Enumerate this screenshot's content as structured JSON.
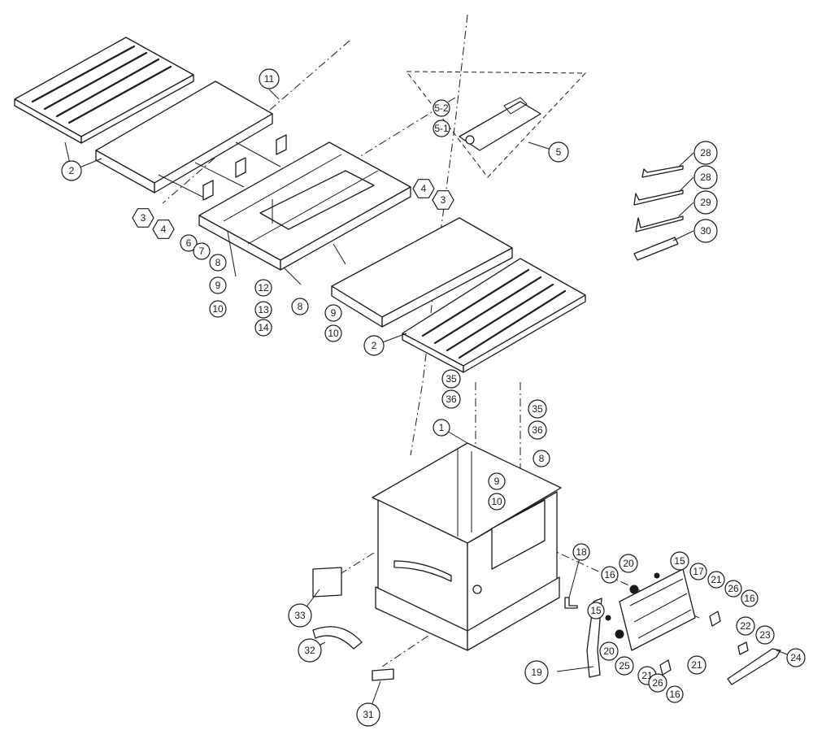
{
  "diagram": {
    "callouts": [
      {
        "id": "c2a",
        "label": "2",
        "shape": "circle"
      },
      {
        "id": "c11",
        "label": "11",
        "shape": "circle"
      },
      {
        "id": "c52",
        "label": "5-2",
        "shape": "circle"
      },
      {
        "id": "c51",
        "label": "5-1",
        "shape": "circle"
      },
      {
        "id": "c5",
        "label": "5",
        "shape": "circle"
      },
      {
        "id": "c28a",
        "label": "28",
        "shape": "circle"
      },
      {
        "id": "c28b",
        "label": "28",
        "shape": "circle"
      },
      {
        "id": "c29",
        "label": "29",
        "shape": "circle"
      },
      {
        "id": "c30",
        "label": "30",
        "shape": "circle"
      },
      {
        "id": "c3a",
        "label": "3",
        "shape": "hexagon"
      },
      {
        "id": "c4a",
        "label": "4",
        "shape": "hexagon"
      },
      {
        "id": "c6",
        "label": "6",
        "shape": "circle"
      },
      {
        "id": "c7",
        "label": "7",
        "shape": "circle"
      },
      {
        "id": "c4b",
        "label": "4",
        "shape": "hexagon"
      },
      {
        "id": "c3b",
        "label": "3",
        "shape": "hexagon"
      },
      {
        "id": "c8a",
        "label": "8",
        "shape": "circle"
      },
      {
        "id": "c9a",
        "label": "9",
        "shape": "circle"
      },
      {
        "id": "c10a",
        "label": "10",
        "shape": "circle"
      },
      {
        "id": "c12",
        "label": "12",
        "shape": "circle"
      },
      {
        "id": "c13",
        "label": "13",
        "shape": "circle"
      },
      {
        "id": "c14",
        "label": "14",
        "shape": "circle"
      },
      {
        "id": "c8b",
        "label": "8",
        "shape": "circle"
      },
      {
        "id": "c9b",
        "label": "9",
        "shape": "circle"
      },
      {
        "id": "c10b",
        "label": "10",
        "shape": "circle"
      },
      {
        "id": "c2b",
        "label": "2",
        "shape": "circle"
      },
      {
        "id": "c35a",
        "label": "35",
        "shape": "circle"
      },
      {
        "id": "c36a",
        "label": "36",
        "shape": "circle"
      },
      {
        "id": "c35b",
        "label": "35",
        "shape": "circle"
      },
      {
        "id": "c36b",
        "label": "36",
        "shape": "circle"
      },
      {
        "id": "c1",
        "label": "1",
        "shape": "circle"
      },
      {
        "id": "c8c",
        "label": "8",
        "shape": "circle"
      },
      {
        "id": "c9c",
        "label": "9",
        "shape": "circle"
      },
      {
        "id": "c10c",
        "label": "10",
        "shape": "circle"
      },
      {
        "id": "c18",
        "label": "18",
        "shape": "circle"
      },
      {
        "id": "c20a",
        "label": "20",
        "shape": "circle"
      },
      {
        "id": "c15a",
        "label": "15",
        "shape": "circle"
      },
      {
        "id": "c16a",
        "label": "16",
        "shape": "circle"
      },
      {
        "id": "c17",
        "label": "17",
        "shape": "circle"
      },
      {
        "id": "c21a",
        "label": "21",
        "shape": "circle"
      },
      {
        "id": "c26a",
        "label": "26",
        "shape": "circle"
      },
      {
        "id": "c16b",
        "label": "16",
        "shape": "circle"
      },
      {
        "id": "c15b",
        "label": "15",
        "shape": "circle"
      },
      {
        "id": "c22",
        "label": "22",
        "shape": "circle"
      },
      {
        "id": "c23",
        "label": "23",
        "shape": "circle"
      },
      {
        "id": "c24",
        "label": "24",
        "shape": "circle"
      },
      {
        "id": "c20b",
        "label": "20",
        "shape": "circle"
      },
      {
        "id": "c25",
        "label": "25",
        "shape": "circle"
      },
      {
        "id": "c21b",
        "label": "21",
        "shape": "circle"
      },
      {
        "id": "c26b",
        "label": "26",
        "shape": "circle"
      },
      {
        "id": "c16c",
        "label": "16",
        "shape": "circle"
      },
      {
        "id": "c21c",
        "label": "21",
        "shape": "circle"
      },
      {
        "id": "c19",
        "label": "19",
        "shape": "circle"
      },
      {
        "id": "c33",
        "label": "33",
        "shape": "circle"
      },
      {
        "id": "c32",
        "label": "32",
        "shape": "circle"
      },
      {
        "id": "c31",
        "label": "31",
        "shape": "circle"
      }
    ]
  }
}
